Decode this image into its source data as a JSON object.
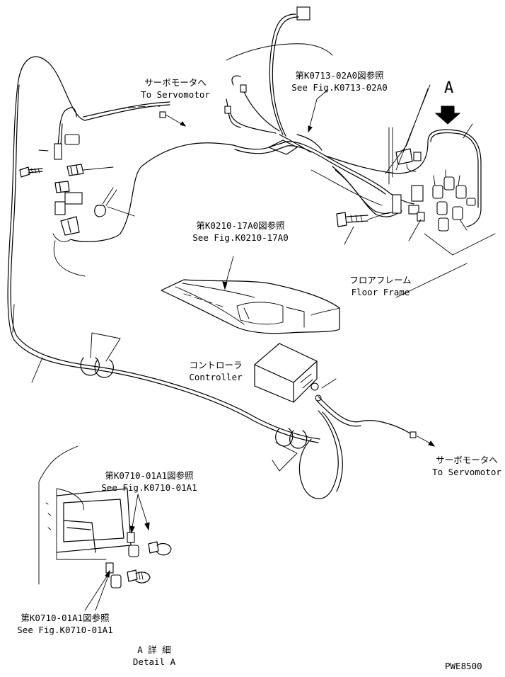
{
  "labels": {
    "servo_top": {
      "jp": "サーボモータへ",
      "en": "To Servomotor"
    },
    "ref_k0713": {
      "jp": "第K0713-02A0図参照",
      "en": "See Fig.K0713-02A0"
    },
    "detail_marker": "A",
    "ref_k0210": {
      "jp": "第K0210-17A0図参照",
      "en": "See Fig.K0210-17A0"
    },
    "floor_frame": {
      "jp": "フロアフレーム",
      "en": "Floor Frame"
    },
    "controller": {
      "jp": "コントローラ",
      "en": "Controller"
    },
    "servo_bottom": {
      "jp": "サーボモータへ",
      "en": "To Servomotor"
    },
    "ref_k0710_upper": {
      "jp": "第K0710-01A1図参照",
      "en": "See Fig.K0710-01A1"
    },
    "ref_k0710_lower": {
      "jp": "第K0710-01A1図参照",
      "en": "See Fig.K0710-01A1"
    },
    "detail_a": {
      "jp": "A 詳 細",
      "en": "Detail A"
    },
    "drawing_code": "PWE8500"
  }
}
